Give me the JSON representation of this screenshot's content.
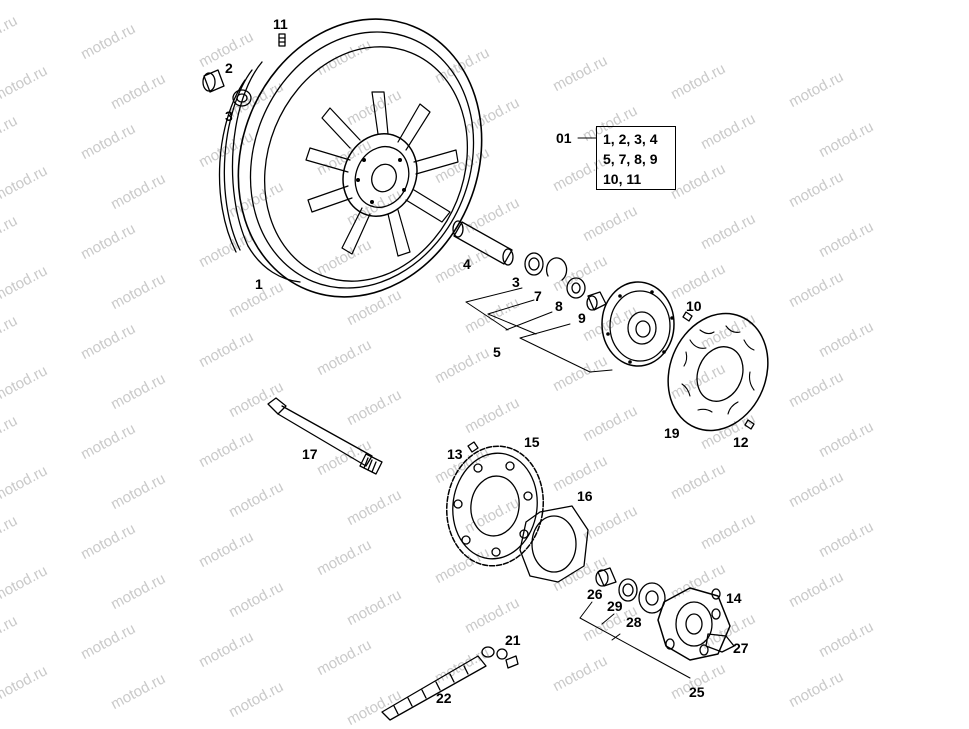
{
  "watermark": "motod.ru",
  "kit": {
    "number": "01",
    "lines": [
      "1, 2, 3, 4",
      "5, 7, 8, 9",
      "10, 11"
    ]
  },
  "callouts": {
    "p1": "1",
    "p2": "2",
    "p3a": "3",
    "p3b": "3",
    "p4": "4",
    "p5": "5",
    "p7": "7",
    "p8": "8",
    "p9": "9",
    "p10": "10",
    "p11": "11",
    "p12": "12",
    "p13": "13",
    "p14": "14",
    "p15": "15",
    "p16": "16",
    "p17": "17",
    "p19": "19",
    "p21": "21",
    "p22": "22",
    "p25": "25",
    "p26": "26",
    "p27": "27",
    "p28": "28",
    "p29": "29"
  }
}
